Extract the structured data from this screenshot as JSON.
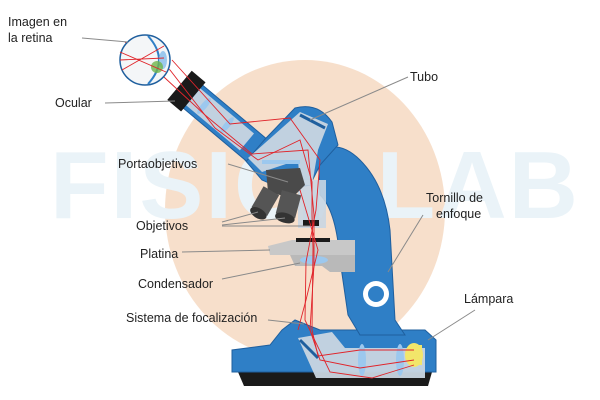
{
  "watermark": "FISICALAB",
  "labels": {
    "imagen_retina_line1": "Imagen en",
    "imagen_retina_line2": "la retina",
    "ocular": "Ocular",
    "tubo": "Tubo",
    "portaobjetivos": "Portaobjetivos",
    "objetivos": "Objetivos",
    "tornillo_line1": "Tornillo de",
    "tornillo_line2": "enfoque",
    "platina": "Platina",
    "condensador": "Condensador",
    "lampara": "Lámpara",
    "sistema": "Sistema de focalización"
  },
  "colors": {
    "body_blue": "#2f7fc6",
    "body_blue_dark": "#1f5f9e",
    "beam_gray": "#c9d6e2",
    "lens_blue": "#9cc8ee",
    "light_ray": "#e0242a",
    "halo": "#f6d9c2",
    "eye_green": "#6fb54a",
    "stage_gray": "#c8c8c8",
    "lamp_yellow": "#f2e66a"
  }
}
